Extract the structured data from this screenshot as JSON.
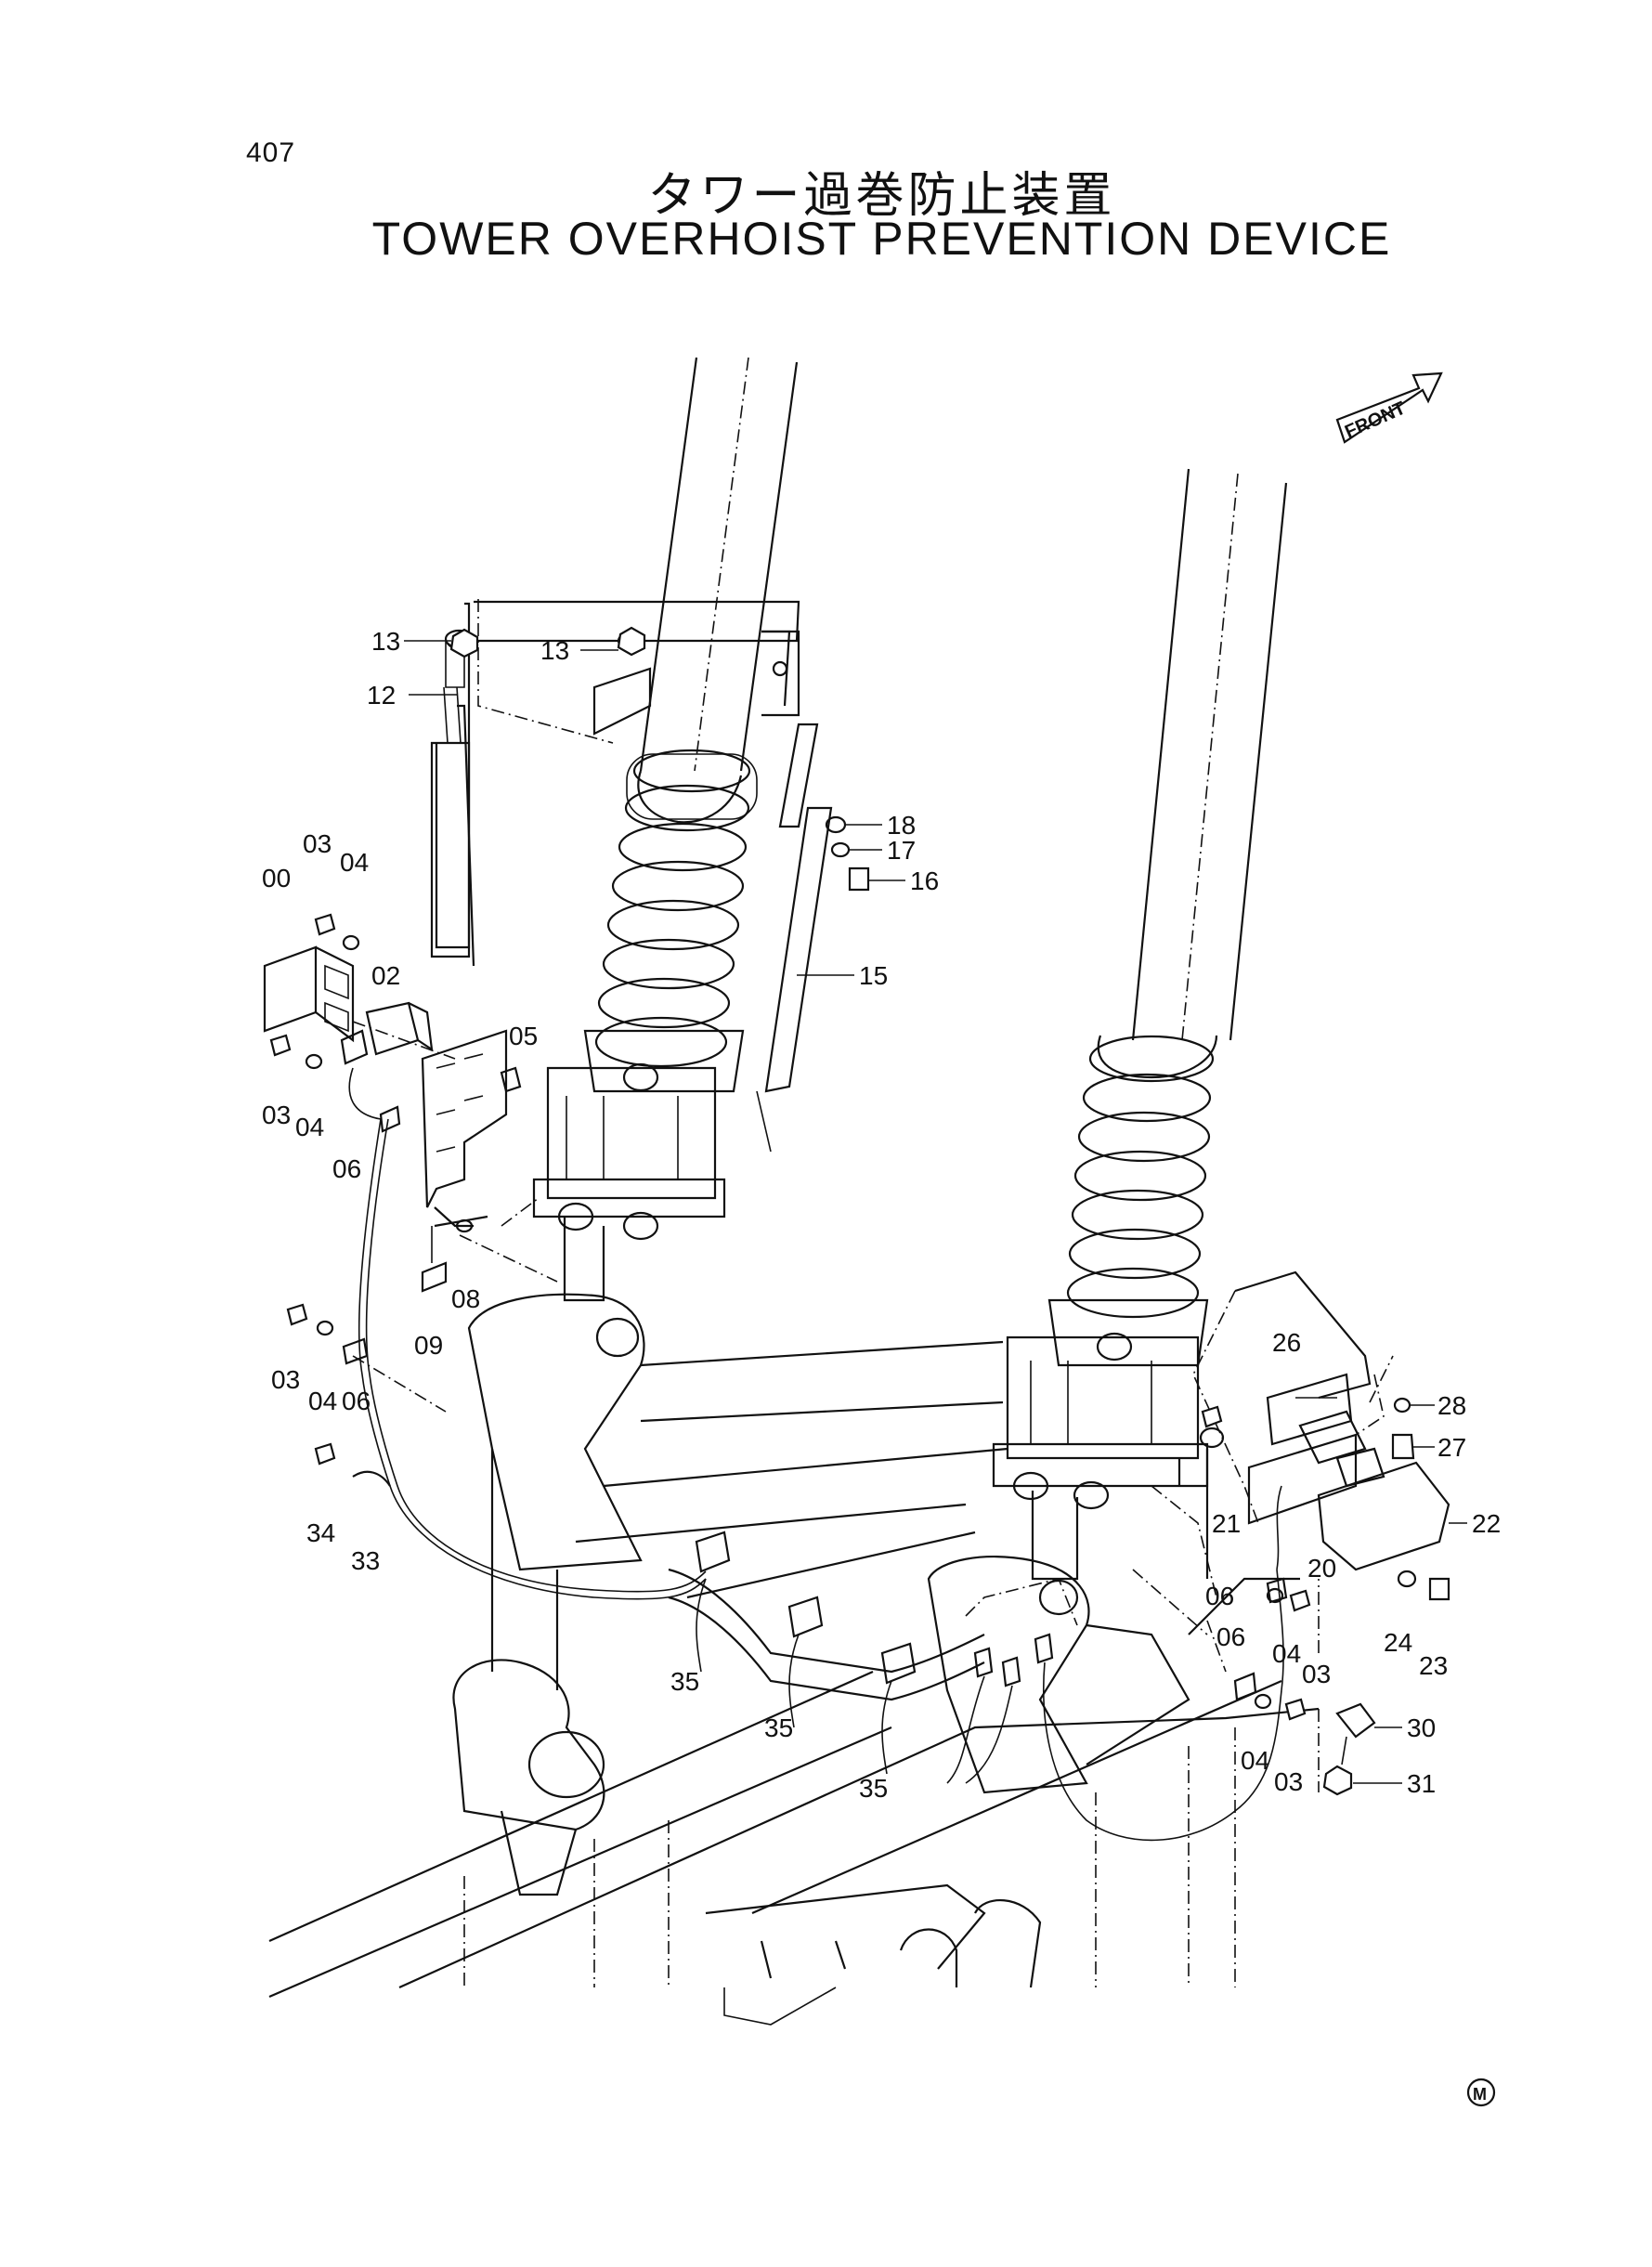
{
  "page": {
    "number": "407",
    "title_ja": "タワー過巻防止装置",
    "title_en": "TOWER OVERHOIST PREVENTION DEVICE"
  },
  "marks": {
    "front_arrow": "FRONT",
    "maker_mark": "M"
  },
  "callouts": [
    {
      "id": "c-13a",
      "label": "13"
    },
    {
      "id": "c-13b",
      "label": "13"
    },
    {
      "id": "c-12",
      "label": "12"
    },
    {
      "id": "c-18",
      "label": "18"
    },
    {
      "id": "c-17",
      "label": "17"
    },
    {
      "id": "c-16",
      "label": "16"
    },
    {
      "id": "c-15",
      "label": "15"
    },
    {
      "id": "c-03a",
      "label": "03"
    },
    {
      "id": "c-04a",
      "label": "04"
    },
    {
      "id": "c-00",
      "label": "00"
    },
    {
      "id": "c-02",
      "label": "02"
    },
    {
      "id": "c-05",
      "label": "05"
    },
    {
      "id": "c-03b",
      "label": "03"
    },
    {
      "id": "c-04b",
      "label": "04"
    },
    {
      "id": "c-06a",
      "label": "06"
    },
    {
      "id": "c-08",
      "label": "08"
    },
    {
      "id": "c-09",
      "label": "09"
    },
    {
      "id": "c-03c",
      "label": "03"
    },
    {
      "id": "c-04c",
      "label": "04"
    },
    {
      "id": "c-06b",
      "label": "06"
    },
    {
      "id": "c-34",
      "label": "34"
    },
    {
      "id": "c-33",
      "label": "33"
    },
    {
      "id": "c-35a",
      "label": "35"
    },
    {
      "id": "c-35b",
      "label": "35"
    },
    {
      "id": "c-35c",
      "label": "35"
    },
    {
      "id": "c-26",
      "label": "26"
    },
    {
      "id": "c-28",
      "label": "28"
    },
    {
      "id": "c-27",
      "label": "27"
    },
    {
      "id": "c-21",
      "label": "21"
    },
    {
      "id": "c-22",
      "label": "22"
    },
    {
      "id": "c-20",
      "label": "20"
    },
    {
      "id": "c-06c",
      "label": "06"
    },
    {
      "id": "c-04d",
      "label": "04"
    },
    {
      "id": "c-03d",
      "label": "03"
    },
    {
      "id": "c-24",
      "label": "24"
    },
    {
      "id": "c-23",
      "label": "23"
    },
    {
      "id": "c-06d",
      "label": "06"
    },
    {
      "id": "c-30",
      "label": "30"
    },
    {
      "id": "c-04e",
      "label": "04"
    },
    {
      "id": "c-03e",
      "label": "03"
    },
    {
      "id": "c-31",
      "label": "31"
    }
  ]
}
